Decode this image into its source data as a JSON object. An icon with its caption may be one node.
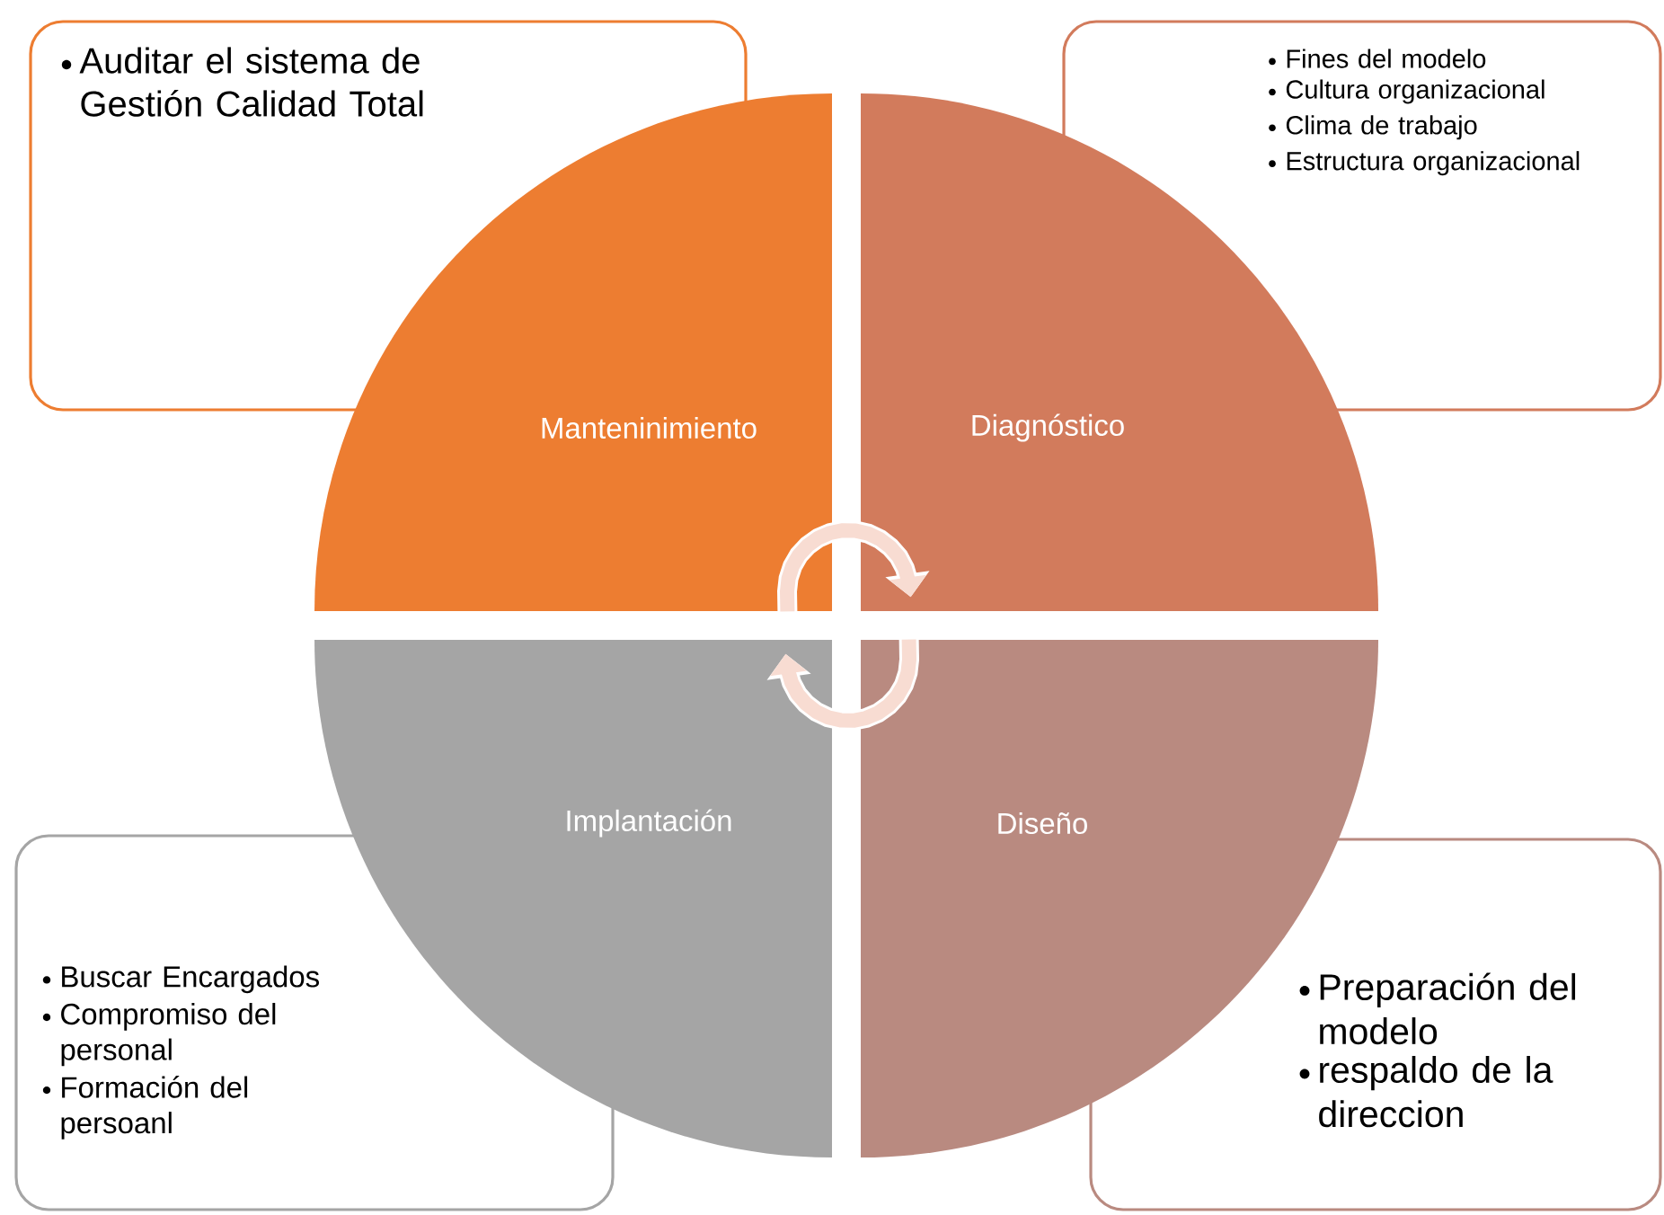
{
  "diagram": {
    "nodes": [
      {
        "text": [
          "Auditar el sistema de Gestión Calidad Total"
        ]
      },
      {
        "text": [
          "Fines del modelo",
          "Cultura organizacional",
          "Clima de trabajo",
          "Estructura organizacional"
        ]
      },
      {
        "text": [
          "Manteninimiento"
        ]
      },
      {
        "text": [
          "Diagnóstico"
        ]
      },
      {
        "text": [
          "Implantación"
        ]
      },
      {
        "text": [
          "Diseño"
        ]
      },
      {
        "text": [
          "Buscar Encargados",
          "Compromiso del personal",
          "Formación del persoanl"
        ]
      },
      {
        "text": [
          "Preparación del modelo",
          "respaldo de la direccion"
        ]
      }
    ],
    "edges": [
      {
        "from": 2,
        "to": 3,
        "arrow": "to"
      },
      {
        "from": 5,
        "to": 4,
        "arrow": "to"
      }
    ]
  }
}
